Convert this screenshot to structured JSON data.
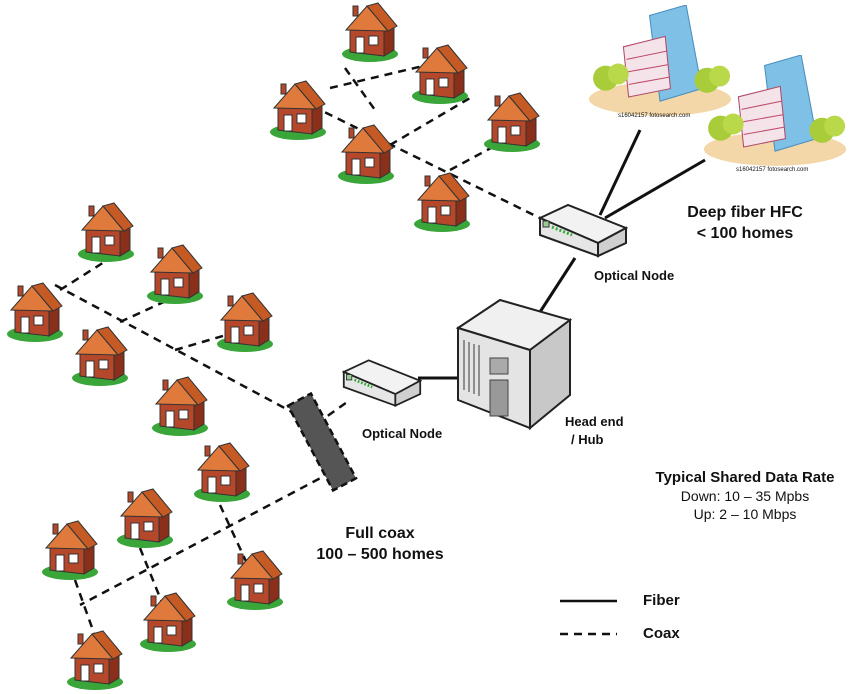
{
  "labels": {
    "optical_node_top": "Optical Node",
    "optical_node_bottom": "Optical Node",
    "headend_line1": "Head end",
    "headend_line2": "/ Hub",
    "deep_fiber_line1": "Deep fiber HFC",
    "deep_fiber_line2": "< 100 homes",
    "full_coax_line1": "Full coax",
    "full_coax_line2": "100 – 500 homes",
    "rate_title": "Typical Shared Data Rate",
    "rate_down": "Down: 10 – 35 Mpbs",
    "rate_up": "Up: 2 – 10 Mbps",
    "watermark": "s16042157 fotosearch.com"
  },
  "legend": [
    {
      "label": "Fiber",
      "style": "solid"
    },
    {
      "label": "Coax",
      "style": "dashed"
    }
  ],
  "colors": {
    "house_wall": "#b5472a",
    "house_roof": "#e07a3c",
    "grass": "#3aa63a",
    "splitter": "#555555"
  }
}
